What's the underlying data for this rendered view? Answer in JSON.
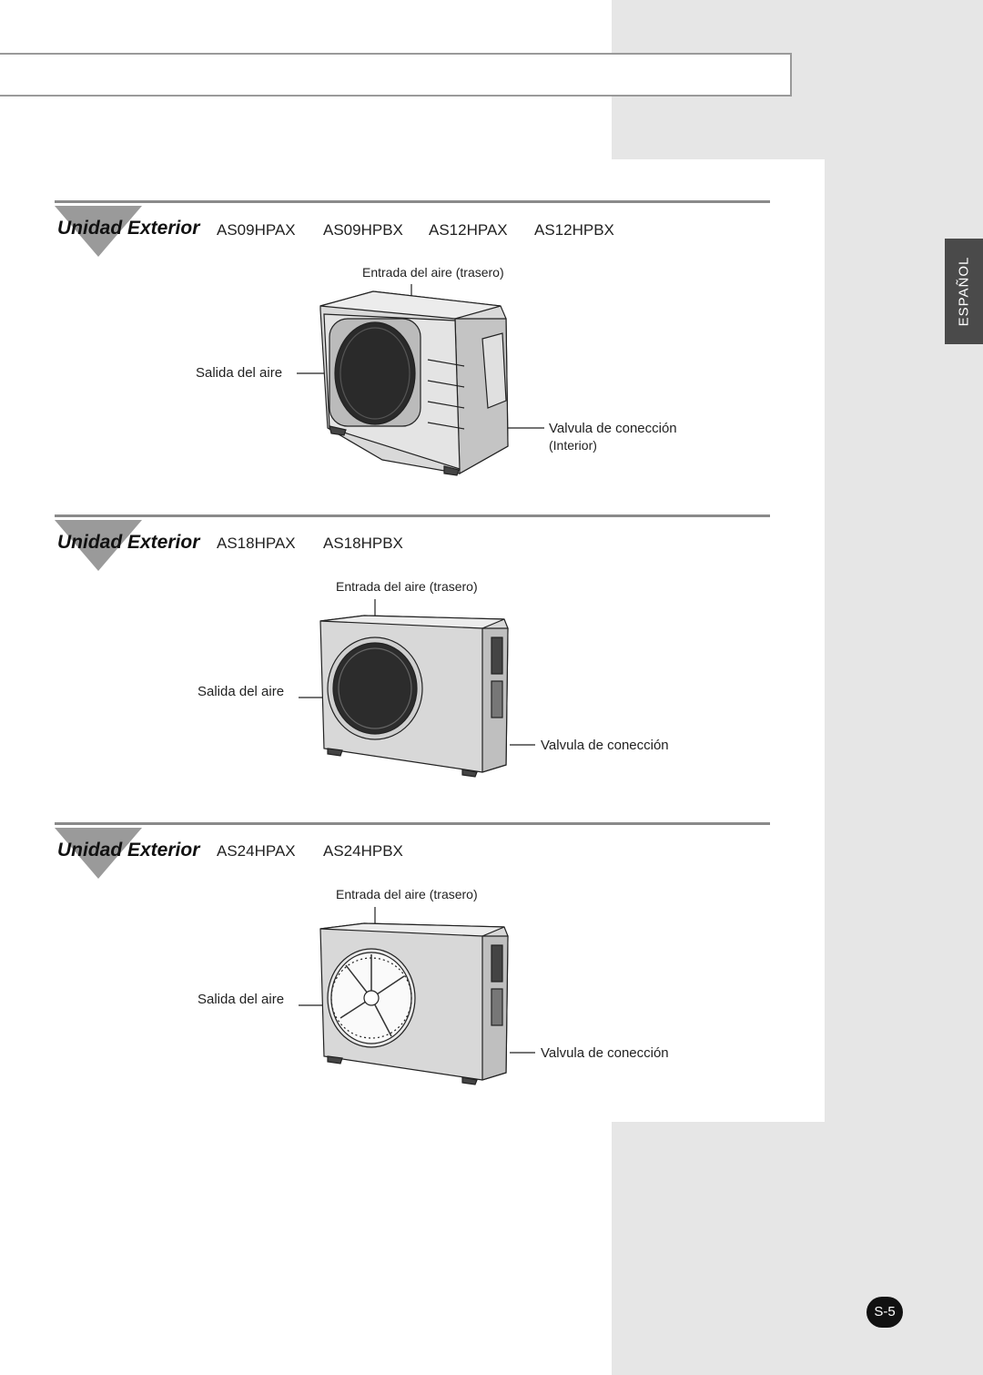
{
  "language_tab": "ESPAÑOL",
  "page_number": "S-5",
  "sections": [
    {
      "title": "Unidad Exterior",
      "models": [
        "AS09HPAX",
        "AS09HPBX",
        "AS12HPAX",
        "AS12HPBX"
      ],
      "labels": {
        "air_intake": "Entrada del aire (trasero)",
        "air_outlet": "Salida del aire",
        "valve": "Valvula de conección",
        "valve_note": "(Interior)"
      }
    },
    {
      "title": "Unidad Exterior",
      "models": [
        "AS18HPAX",
        "AS18HPBX"
      ],
      "labels": {
        "air_intake": "Entrada del aire (trasero)",
        "air_outlet": "Salida del aire",
        "valve": "Valvula de conección"
      }
    },
    {
      "title": "Unidad Exterior",
      "models": [
        "AS24HPAX",
        "AS24HPBX"
      ],
      "labels": {
        "air_intake": "Entrada del aire (trasero)",
        "air_outlet": "Salida del aire",
        "valve": "Valvula de conección"
      }
    }
  ]
}
